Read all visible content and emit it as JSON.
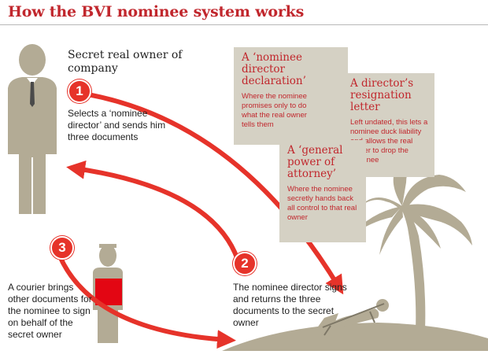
{
  "title": "How the BVI nominee system works",
  "owner_label": "Secret real owner of company",
  "steps": [
    {
      "number": "1",
      "text": "Selects a ‘nominee director’ and sends him three documents"
    },
    {
      "number": "2",
      "text": "The nominee director signs and returns the three documents to the secret owner"
    },
    {
      "number": "3",
      "text": "A courier brings other documents for the nominee to sign on behalf of the secret owner"
    }
  ],
  "documents": [
    {
      "title": "A ‘nominee director declaration’",
      "body": "Where the nominee promises only to do what the real owner tells them"
    },
    {
      "title": "A director’s resignation letter",
      "body": "Left undated, this lets a nominee duck liability and allows the real owner to drop the nominee"
    },
    {
      "title": "A ‘general power of attorney’",
      "body": "Where the nominee secretly hands back all control to that real owner"
    }
  ],
  "colors": {
    "accent": "#e6332a",
    "title": "#c1272d",
    "figure": "#b3ab95",
    "card": "#d5d1c4"
  }
}
